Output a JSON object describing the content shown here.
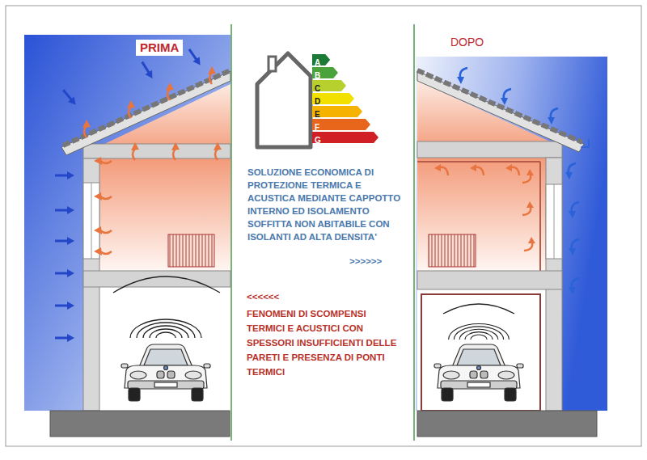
{
  "diagram": {
    "nodes": [
      {
        "text": [
          "A"
        ]
      },
      {
        "text": [
          "B"
        ]
      },
      {
        "text": [
          "C"
        ]
      },
      {
        "text": [
          "D"
        ]
      },
      {
        "text": [
          "E"
        ]
      },
      {
        "text": [
          "F"
        ]
      },
      {
        "text": [
          "G"
        ]
      }
    ],
    "labels": [
      "PRIMA",
      "DOPO",
      "SOLUZIONE ECONOMICA DI PROTEZIONE TERMICA E ACUSTICA MEDIANTE CAPPOTTO INTERNO ED ISOLAMENTO SOFFITTA NON ABITABILE CON ISOLANTI AD ALTA DENSITA'",
      ">>>>>>",
      "<<<<<<",
      "FENOMENI DI SCOMPENSI TERMICI E ACUSTICI CON SPESSORI INSUFFICIENTI DELLE PARETI E PRESENZA DI PONTI TERMICI"
    ]
  }
}
